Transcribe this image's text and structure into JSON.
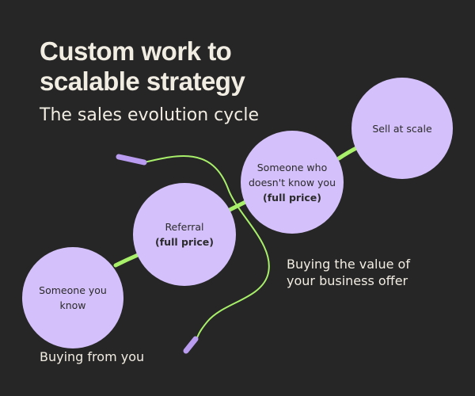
{
  "header": {
    "title_line1": "Custom work to",
    "title_line2": "scalable strategy",
    "subtitle": "The sales evolution cycle"
  },
  "nodes": [
    {
      "line1": "Someone you",
      "line2": "know"
    },
    {
      "line1": "Referral",
      "line2": "(full price)"
    },
    {
      "line1": "Someone who",
      "line2": "doesn't know you",
      "line3": "(full price)"
    },
    {
      "line1": "Sell at scale"
    }
  ],
  "captions": {
    "left": "Buying from you",
    "right_line1": "Buying the value of",
    "right_line2": "your business offer"
  },
  "colors": {
    "background": "#262626",
    "node_fill": "#d4c0fa",
    "connector": "#a8f06a",
    "rope_handle": "#b99cf0",
    "text_light": "#f2ede3",
    "text_dark": "#2b2b2b"
  }
}
